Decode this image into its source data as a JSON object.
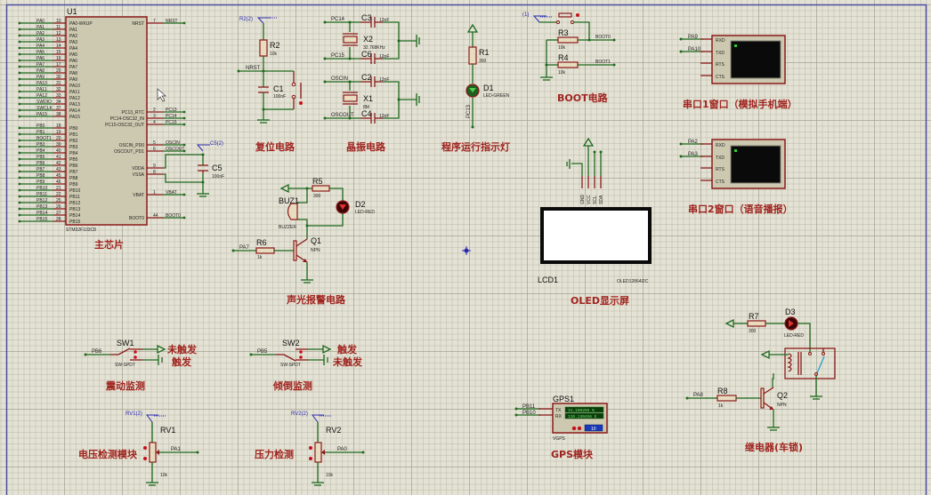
{
  "sheet": {
    "frame_color": "#4a4ea0",
    "wire_color": "#1f6a1f",
    "pin_color": "#8b1a1a",
    "title_color": "#a0241f"
  },
  "mcu": {
    "ref": "U1",
    "part": "STM32F103C8",
    "title": "主芯片",
    "left_pins_a": [
      {
        "net": "PA0",
        "num": "10",
        "name": "PA0-WKUP"
      },
      {
        "net": "PA1",
        "num": "11",
        "name": "PA1"
      },
      {
        "net": "PA2",
        "num": "12",
        "name": "PA2"
      },
      {
        "net": "PA3",
        "num": "13",
        "name": "PA3"
      },
      {
        "net": "PA4",
        "num": "14",
        "name": "PA4"
      },
      {
        "net": "PA5",
        "num": "15",
        "name": "PA5"
      },
      {
        "net": "PA6",
        "num": "16",
        "name": "PA6"
      },
      {
        "net": "PA7",
        "num": "17",
        "name": "PA7"
      },
      {
        "net": "PA8",
        "num": "29",
        "name": "PA8"
      },
      {
        "net": "PA9",
        "num": "30",
        "name": "PA9"
      },
      {
        "net": "PA10",
        "num": "31",
        "name": "PA10"
      },
      {
        "net": "PA11",
        "num": "32",
        "name": "PA11"
      },
      {
        "net": "PA12",
        "num": "33",
        "name": "PA12"
      },
      {
        "net": "SWDIO",
        "num": "34",
        "name": "PA13"
      },
      {
        "net": "SWCLK",
        "num": "37",
        "name": "PA14"
      },
      {
        "net": "PA15",
        "num": "38",
        "name": "PA15"
      }
    ],
    "left_pins_b": [
      {
        "net": "PB0",
        "num": "18",
        "name": "PB0"
      },
      {
        "net": "PB1",
        "num": "19",
        "name": "PB1"
      },
      {
        "net": "BOOT1",
        "num": "20",
        "name": "PB2"
      },
      {
        "net": "PB3",
        "num": "39",
        "name": "PB3"
      },
      {
        "net": "PB4",
        "num": "40",
        "name": "PB4"
      },
      {
        "net": "PB5",
        "num": "41",
        "name": "PB5"
      },
      {
        "net": "PB6",
        "num": "42",
        "name": "PB6"
      },
      {
        "net": "PB7",
        "num": "43",
        "name": "PB7"
      },
      {
        "net": "PB8",
        "num": "45",
        "name": "PB8"
      },
      {
        "net": "PB9",
        "num": "46",
        "name": "PB9"
      },
      {
        "net": "PB10",
        "num": "21",
        "name": "PB10"
      },
      {
        "net": "PB11",
        "num": "22",
        "name": "PB11"
      },
      {
        "net": "PB12",
        "num": "25",
        "name": "PB12"
      },
      {
        "net": "PB13",
        "num": "26",
        "name": "PB13"
      },
      {
        "net": "PB14",
        "num": "27",
        "name": "PB14"
      },
      {
        "net": "PB15",
        "num": "28",
        "name": "PB15"
      }
    ],
    "right_pins": [
      {
        "net": "NRST",
        "num": "7",
        "name": "NRST"
      },
      {
        "net": "PC13",
        "num": "2",
        "name": "PC13_RTC"
      },
      {
        "net": "PC14",
        "num": "3",
        "name": "PC14-OSC32_IN"
      },
      {
        "net": "PC15",
        "num": "4",
        "name": "PC15-OSC32_OUT"
      },
      {
        "net": "OSCIN",
        "num": "5",
        "name": "OSCIN_PD0"
      },
      {
        "net": "OSCOUT",
        "num": "6",
        "name": "OSCOUT_PD1"
      },
      {
        "net": "",
        "num": "9",
        "name": "VDDA"
      },
      {
        "net": "",
        "num": "8",
        "name": "VSSA"
      },
      {
        "net": "VBAT",
        "num": "1",
        "name": "VBAT"
      },
      {
        "net": "BOOT0",
        "num": "44",
        "name": "BOOT0"
      }
    ],
    "cap": {
      "ref": "C5",
      "value": "100nF",
      "probe": "C5(2)"
    }
  },
  "reset": {
    "title": "复位电路",
    "probe": "R2(2)",
    "r": {
      "ref": "R2",
      "value": "10k"
    },
    "c": {
      "ref": "C1",
      "value": "100nF"
    },
    "net": "NRST"
  },
  "crystal": {
    "title": "晶振电路",
    "x2": {
      "ref": "X2",
      "value": "32.768KHz",
      "net_a": "PC14",
      "net_b": "PC15",
      "c_a": {
        "ref": "C3",
        "value": "12nF"
      },
      "c_b": {
        "ref": "C6",
        "value": "12nF"
      }
    },
    "x1": {
      "ref": "X1",
      "value": "8M",
      "net_a": "OSCIN",
      "net_b": "OSCOUT",
      "c_a": {
        "ref": "C2",
        "value": "12nF"
      },
      "c_b": {
        "ref": "C4",
        "value": "12nF"
      }
    }
  },
  "indicator": {
    "title": "程序运行指示灯",
    "r": {
      "ref": "R1",
      "value": "300"
    },
    "led": {
      "ref": "D1",
      "value": "LED-GREEN"
    },
    "net": "PC13"
  },
  "boot": {
    "title": "BOOT电路",
    "probe": "(1)",
    "r3": {
      "ref": "R3",
      "value": "10k",
      "net": "BOOT0"
    },
    "r4": {
      "ref": "R4",
      "value": "10k",
      "net": "BOOT1"
    }
  },
  "uart1": {
    "title": "串口1窗口（模拟手机端）",
    "pins": [
      "RXD",
      "TXD",
      "RTS",
      "CTS"
    ],
    "nets": [
      "PA9",
      "PA10"
    ]
  },
  "uart2": {
    "title": "串口2窗口（语音播报）",
    "pins": [
      "RXD",
      "TXD",
      "RTS",
      "CTS"
    ],
    "nets": [
      "PA2",
      "PA3"
    ]
  },
  "alarm": {
    "title": "声光报警电路",
    "buzzer": {
      "ref": "BUZ1",
      "value": "BUZZER"
    },
    "r5": {
      "ref": "R5",
      "value": "300"
    },
    "led": {
      "ref": "D2",
      "value": "LED-RED"
    },
    "r6": {
      "ref": "R6",
      "value": "1k"
    },
    "q": {
      "ref": "Q1",
      "value": "NPN"
    },
    "net": "PA7"
  },
  "oled": {
    "title": "OLED显示屏",
    "ref": "LCD1",
    "part": "OLED12864I2C",
    "pins": [
      "GND",
      "VCC",
      "SCL",
      "SDA"
    ]
  },
  "vibration": {
    "title": "震动监测",
    "sw": {
      "ref": "SW1",
      "value": "SW-SPDT"
    },
    "net": "PB6",
    "label_top": "未触发",
    "label_bottom": "触发"
  },
  "tilt": {
    "title": "倾倒监测",
    "sw": {
      "ref": "SW2",
      "value": "SW-SPDT"
    },
    "net": "PB5",
    "label_top": "触发",
    "label_bottom": "未触发"
  },
  "voltage": {
    "title": "电压检测模块",
    "probe": "RV1(2)",
    "rv": {
      "ref": "RV1",
      "value": "10k"
    },
    "net": "PA1"
  },
  "pressure": {
    "title": "压力检测",
    "probe": "RV2(2)",
    "rv": {
      "ref": "RV2",
      "value": "10k"
    },
    "net": "PA0"
  },
  "gps": {
    "title": "GPS模块",
    "ref": "GPS1",
    "part": "VGPS",
    "tx_label": "TX",
    "rx_label": "RX",
    "lat": "31.100295 N",
    "lon": "120.130456 E",
    "sats": "10",
    "nets": [
      "PB11",
      "PB10"
    ]
  },
  "relay": {
    "title": "继电器(车锁)",
    "r7": {
      "ref": "R7",
      "value": "300"
    },
    "led": {
      "ref": "D3",
      "value": "LED-RED"
    },
    "r8": {
      "ref": "R8",
      "value": "1k"
    },
    "q": {
      "ref": "Q2",
      "value": "NPN"
    },
    "net": "PA8"
  }
}
